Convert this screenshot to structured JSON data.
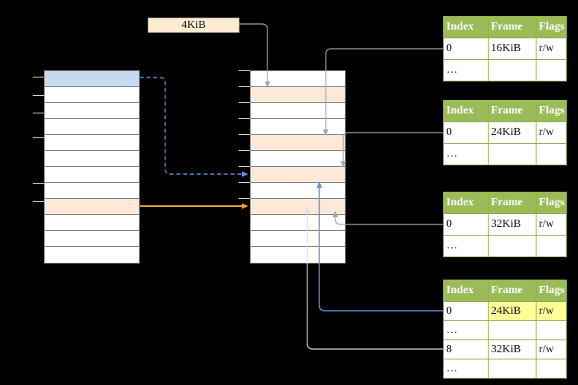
{
  "colors": {
    "background": "#000000",
    "white": "#ffffff",
    "blue": "#c5d9f1",
    "peach": "#fde9d9",
    "label_fill": "#fdecd2",
    "label_border": "#a6a6a6",
    "grid": "#7f7f7f",
    "tick": "#d9d9d9",
    "table_header_bg": "#9bbb59",
    "table_border": "#8fae4c",
    "table_text_header": "#ffffff",
    "highlight": "#ffff99",
    "arrow_gray": "#a6a6a6",
    "arrow_blue": "#6191d8",
    "arrow_orange": "#eda338",
    "arrow_light": "#dddddd"
  },
  "size_label": {
    "text": "4KiB"
  },
  "left_column": {
    "cells": [
      "blue",
      "white",
      "white",
      "white",
      "white",
      "white",
      "white",
      "white",
      "peach",
      "white",
      "white",
      "white"
    ]
  },
  "middle_column": {
    "cells": [
      "white",
      "peach",
      "white",
      "white",
      "peach",
      "white",
      "peach",
      "white",
      "peach",
      "white",
      "white",
      "white"
    ]
  },
  "tables": [
    {
      "headers": [
        "Index",
        "Frame",
        "Flags"
      ],
      "rows": [
        [
          "0",
          "16KiB",
          "r/w"
        ],
        [
          "…",
          "",
          ""
        ]
      ],
      "highlight_cells": []
    },
    {
      "headers": [
        "Index",
        "Frame",
        "Flags"
      ],
      "rows": [
        [
          "0",
          "24KiB",
          "r/w"
        ],
        [
          "…",
          "",
          ""
        ]
      ],
      "highlight_cells": []
    },
    {
      "headers": [
        "Index",
        "Frame",
        "Flags"
      ],
      "rows": [
        [
          "0",
          "32KiB",
          "r/w"
        ],
        [
          "…",
          "",
          ""
        ]
      ],
      "highlight_cells": []
    },
    {
      "headers": [
        "Index",
        "Frame",
        "Flags"
      ],
      "rows": [
        [
          "0",
          "24KiB",
          "r/w"
        ],
        [
          "…",
          "",
          ""
        ],
        [
          "8",
          "32KiB",
          "r/w"
        ],
        [
          "…",
          "",
          ""
        ]
      ],
      "highlight_cells": [
        [
          0,
          1
        ],
        [
          0,
          2
        ]
      ]
    }
  ]
}
